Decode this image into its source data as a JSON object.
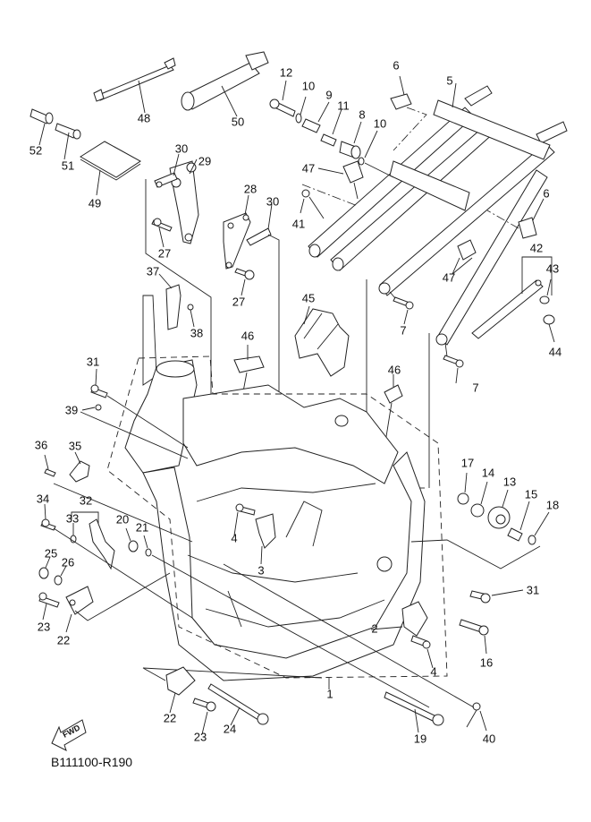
{
  "diagram": {
    "title": "Frame exploded parts diagram",
    "reference_code": "B111100-R190",
    "fwd_label": "FWD",
    "callouts": {
      "c1": "1",
      "c2": "2",
      "c3": "3",
      "c4a": "4",
      "c4b": "4",
      "c5": "5",
      "c6a": "6",
      "c6b": "6",
      "c7a": "7",
      "c7b": "7",
      "c8": "8",
      "c9": "9",
      "c10a": "10",
      "c10b": "10",
      "c11": "11",
      "c12": "12",
      "c13": "13",
      "c14": "14",
      "c15": "15",
      "c16": "16",
      "c17": "17",
      "c18": "18",
      "c19": "19",
      "c20": "20",
      "c21": "21",
      "c22a": "22",
      "c22b": "22",
      "c23a": "23",
      "c23b": "23",
      "c24": "24",
      "c25": "25",
      "c26": "26",
      "c27a": "27",
      "c27b": "27",
      "c28": "28",
      "c29": "29",
      "c30a": "30",
      "c30b": "30",
      "c31a": "31",
      "c31b": "31",
      "c32": "32",
      "c33": "33",
      "c34": "34",
      "c35": "35",
      "c36": "36",
      "c37": "37",
      "c38": "38",
      "c39": "39",
      "c40": "40",
      "c41": "41",
      "c42": "42",
      "c43": "43",
      "c44": "44",
      "c45": "45",
      "c46a": "46",
      "c46b": "46",
      "c47a": "47",
      "c47b": "47",
      "c48": "48",
      "c49": "49",
      "c50": "50",
      "c51": "51",
      "c52": "52"
    }
  }
}
